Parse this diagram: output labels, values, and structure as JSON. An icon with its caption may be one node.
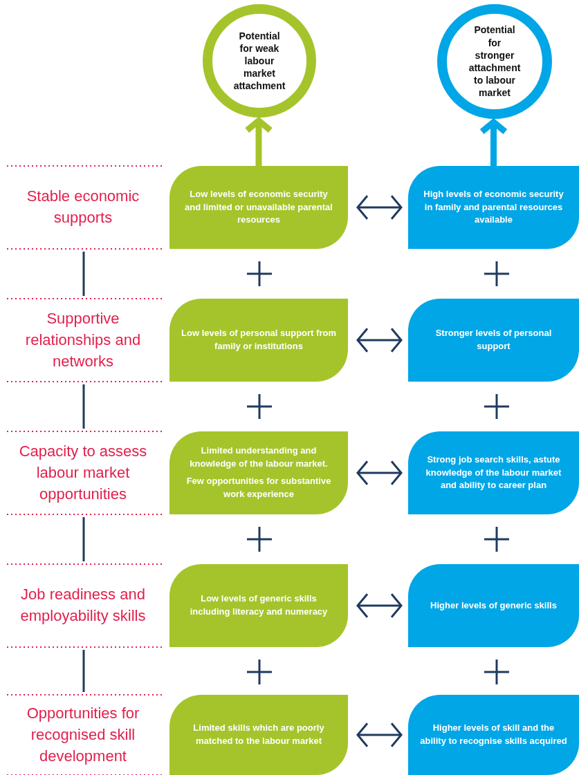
{
  "diagram": {
    "nodes": [
      {
        "text": [
          "Potential for weak labour market attachment"
        ]
      },
      {
        "text": [
          "Potential for stronger attachment to labour market"
        ]
      },
      {
        "text": [
          "Low levels of economic security and limited or unavailable parental resources"
        ]
      },
      {
        "text": [
          "High levels of economic security in family and parental resources available"
        ]
      },
      {
        "text": [
          "Low levels of personal support from family or institutions"
        ]
      },
      {
        "text": [
          "Stronger levels of personal support"
        ]
      },
      {
        "text": [
          "Limited understanding and knowledge of the labour market.",
          "Few opportunities for substantive work experience"
        ]
      },
      {
        "text": [
          "Strong job search skills, astute knowledge of the labour market and ability to career plan"
        ]
      },
      {
        "text": [
          "Low levels of generic skills including literacy and numeracy"
        ]
      },
      {
        "text": [
          "Higher levels of generic skills"
        ]
      },
      {
        "text": [
          "Limited skills which are poorly matched to the labour market"
        ]
      },
      {
        "text": [
          "Higher levels of skill and the ability to recognise skills acquired"
        ]
      }
    ],
    "edges": [
      {
        "from": 2,
        "to": 0,
        "arrow": "to",
        "style": "thick",
        "color": "#a5c42b"
      },
      {
        "from": 3,
        "to": 1,
        "arrow": "to",
        "style": "thick",
        "color": "#00a6e6"
      },
      {
        "from": 2,
        "to": 3,
        "arrow": "both"
      },
      {
        "from": 4,
        "to": 5,
        "arrow": "both"
      },
      {
        "from": 6,
        "to": 7,
        "arrow": "both"
      },
      {
        "from": 8,
        "to": 9,
        "arrow": "both"
      },
      {
        "from": 10,
        "to": 11,
        "arrow": "both"
      }
    ],
    "labels": [
      "Stable economic supports",
      "Supportive relationships and networks",
      "Capacity to assess labour market opportunities",
      "Job readiness and employability skills",
      "Opportunities for recognised skill development"
    ]
  }
}
